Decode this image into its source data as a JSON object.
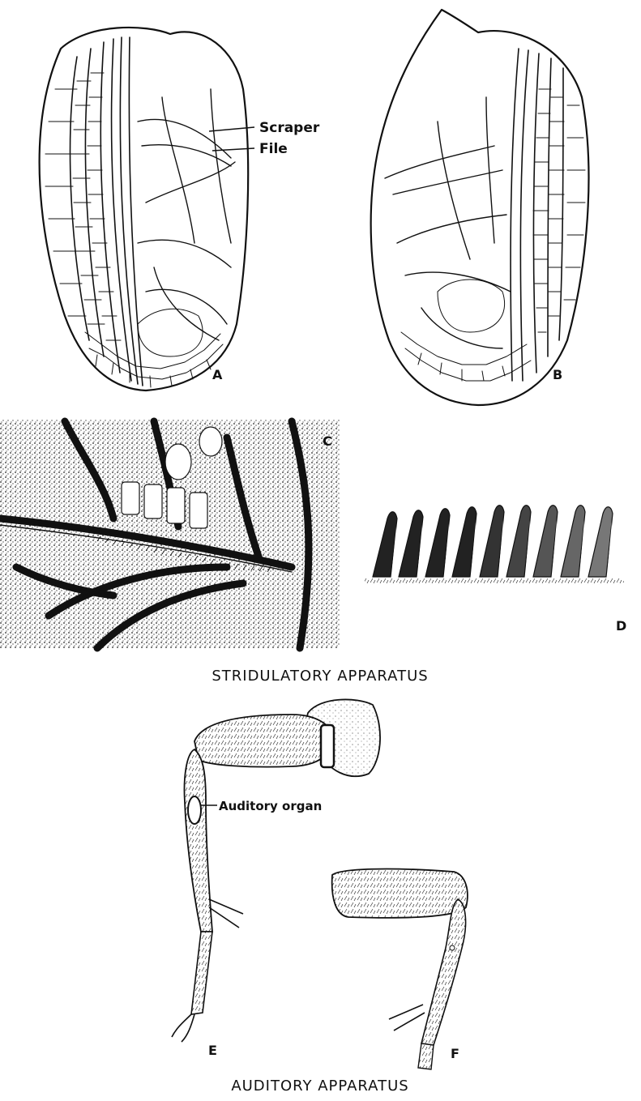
{
  "figure": {
    "panels": {
      "a": {
        "letter": "A"
      },
      "b": {
        "letter": "B"
      },
      "c": {
        "letter": "C"
      },
      "d": {
        "letter": "D"
      },
      "e": {
        "letter": "E"
      },
      "f": {
        "letter": "F"
      }
    },
    "annotations": {
      "scraper": "Scraper",
      "file": "File",
      "auditory_organ": "Auditory organ"
    },
    "captions": {
      "stridulatory": "STRIDULATORY APPARATUS",
      "auditory": "AUDITORY APPARATUS"
    }
  }
}
